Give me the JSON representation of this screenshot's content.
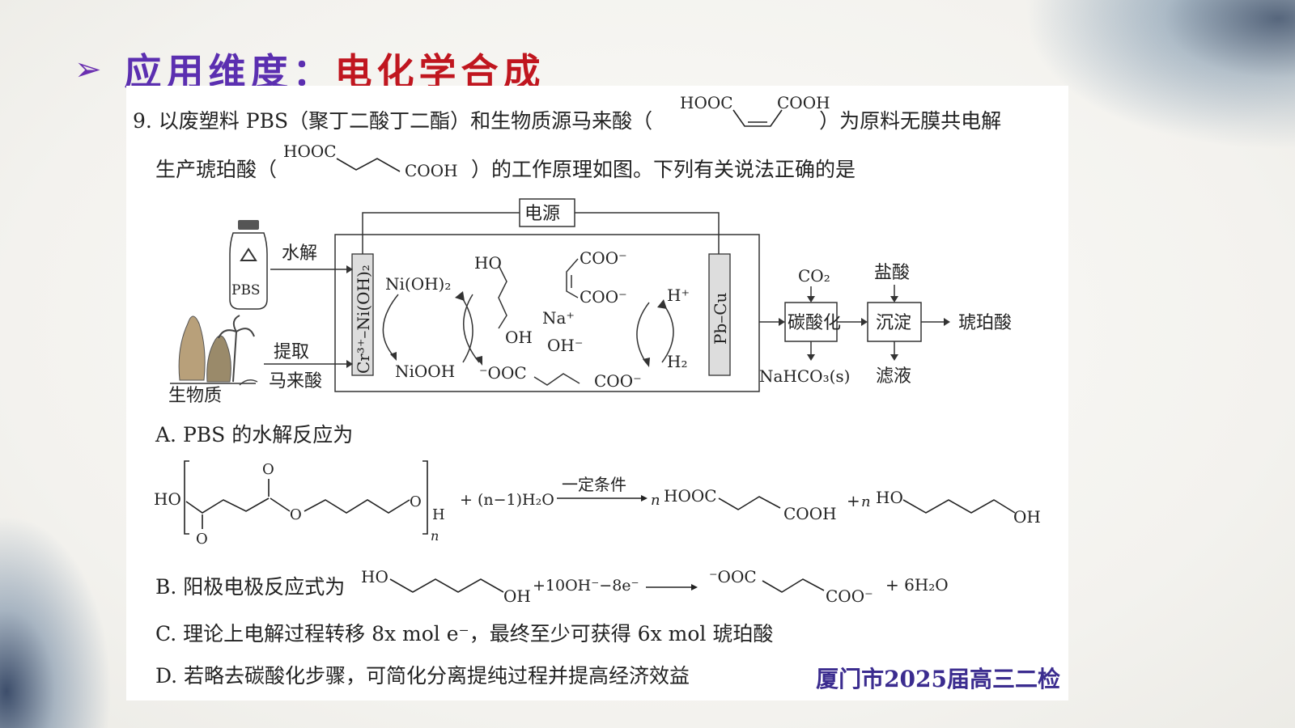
{
  "slide": {
    "arrow": "➢",
    "heading_label": "应用维度：",
    "heading_topic": "电化学合成",
    "source": "厦门市2025届高三二检"
  },
  "question": {
    "line1_a": "9. 以废塑料 PBS（聚丁二酸丁二酯）和生物质源马来酸（",
    "line1_b": "）为原料无膜共电解",
    "line2_a": "生产琥珀酸（",
    "line2_b": "）的工作原理如图。下列有关说法正确的是",
    "maleic_left": "HOOC",
    "maleic_right": "COOH",
    "succinic_left": "HOOC",
    "succinic_right": "COOH"
  },
  "diagram": {
    "power": "电源",
    "pbs": "PBS",
    "hydrolysis": "水解",
    "extract": "提取",
    "maleic": "马来酸",
    "biomass": "生物质",
    "anode": "Cr³⁺–Ni(OH)₂",
    "cathode": "Pb–Cu",
    "nioh2": "Ni(OH)₂",
    "niooh": "NiOOH",
    "ho": "HO",
    "oh": "OH",
    "coo_top": "COO⁻",
    "coo_mid": "COO⁻",
    "na": "Na⁺",
    "oh_ion": "OH⁻",
    "ooc_bottom": "⁻OOC",
    "coo_bottom": "COO⁻",
    "h_plus": "H⁺",
    "h2": "H₂",
    "co2": "CO₂",
    "hcl": "盐酸",
    "carbonation": "碳酸化",
    "precip": "沉淀",
    "product": "琥珀酸",
    "nahco3": "NaHCO₃(s)",
    "filtrate": "滤液"
  },
  "options": {
    "A": "A. PBS 的水解反应为",
    "A_formula": {
      "ho": "HO",
      "o1": "O",
      "o2": "O",
      "o3": "O",
      "o4": "O",
      "h": "H",
      "n": "n",
      "water": "+ (n−1)H₂O",
      "cond": "一定条件",
      "n2": "n",
      "hooc": "HOOC",
      "cooh": "COOH",
      "plus": "+",
      "n3": "n",
      "ho2": "HO",
      "oh2": "OH"
    },
    "B": "B. 阳极电极反应式为",
    "B_formula": {
      "ho": "HO",
      "oh": "OH",
      "rest": "+10OH⁻−8e⁻",
      "ooc": "⁻OOC",
      "coo": "COO⁻",
      "water": "+ 6H₂O"
    },
    "C": "C. 理论上电解过程转移 8x mol e⁻，最终至少可获得 6x mol 琥珀酸",
    "D": "D. 若略去碳酸化步骤，可简化分离提纯过程并提高经济效益"
  }
}
